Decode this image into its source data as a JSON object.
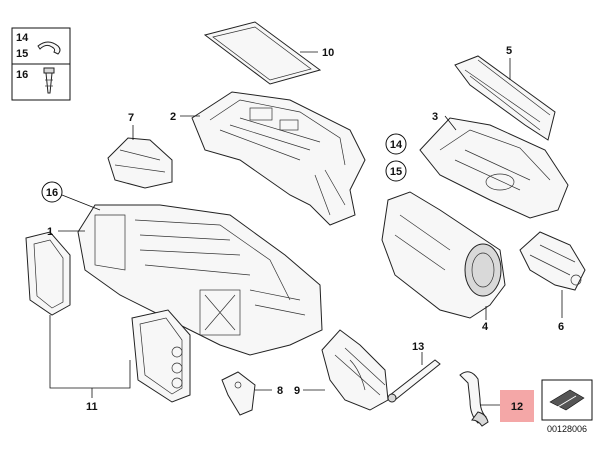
{
  "legend": {
    "items": [
      {
        "num": "14"
      },
      {
        "num": "15"
      },
      {
        "num": "16"
      }
    ]
  },
  "callouts": {
    "n1": "1",
    "n2": "2",
    "n3": "3",
    "n4": "4",
    "n5": "5",
    "n6": "6",
    "n7": "7",
    "n8": "8",
    "n9": "9",
    "n10": "10",
    "n11": "11",
    "n12": "12",
    "n13": "13",
    "c14": "14",
    "c15": "15",
    "c16": "16"
  },
  "highlight": {
    "label": "12",
    "color": "#f4a7a7"
  },
  "catalog_number": "00128006"
}
